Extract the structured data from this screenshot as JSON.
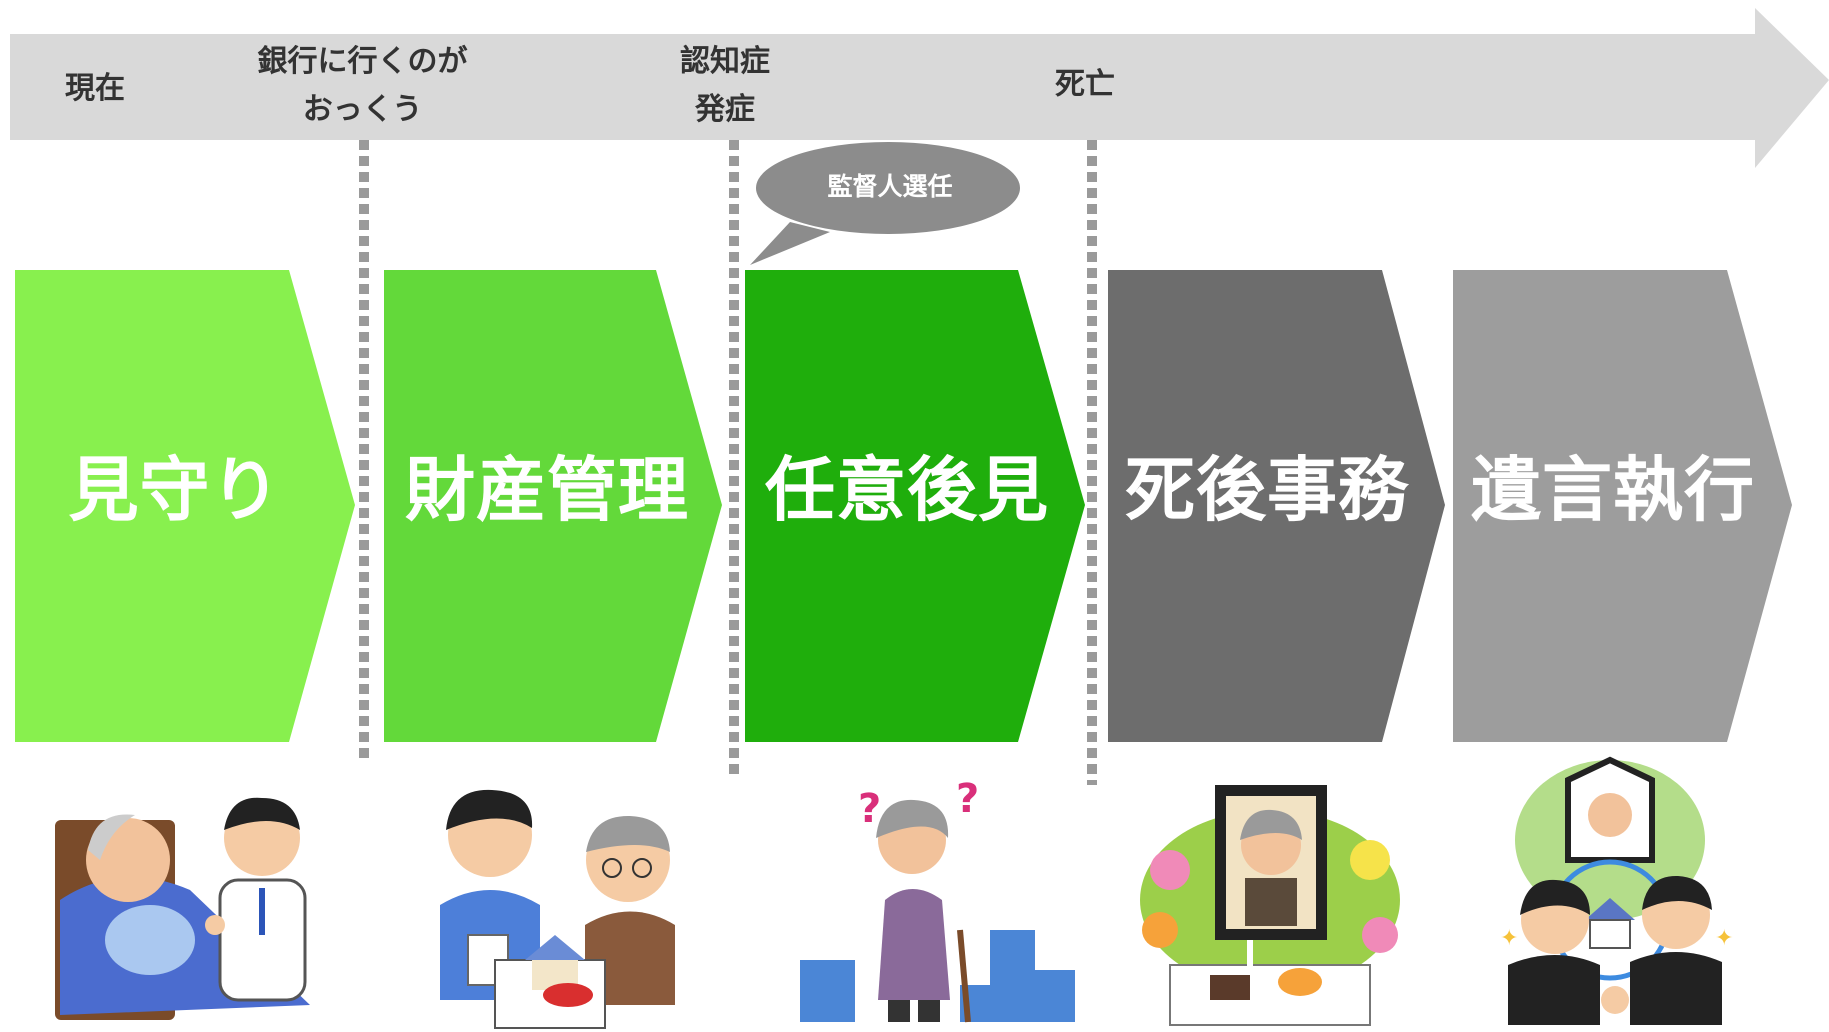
{
  "timeline": {
    "markers": [
      {
        "lines": [
          "現在"
        ]
      },
      {
        "lines": [
          "銀行に行くのが",
          "おっくう"
        ]
      },
      {
        "lines": [
          "認知症",
          "発症"
        ]
      },
      {
        "lines": [
          "死亡"
        ]
      }
    ],
    "callout": "監督人選任"
  },
  "stages": [
    {
      "title": "見守り",
      "color": "#88f04e",
      "illustration": "elderly-in-bed-with-doctor"
    },
    {
      "title": "財産管理",
      "color": "#63d93a",
      "illustration": "man-with-elderly-and-assets"
    },
    {
      "title": "任意後見",
      "color": "#1fae0c",
      "illustration": "confused-elderly-woman-with-cane"
    },
    {
      "title": "死後事務",
      "color": "#6d6d6d",
      "illustration": "funeral-altar-with-portrait"
    },
    {
      "title": "遺言執行",
      "color": "#9d9d9d",
      "illustration": "heirs-shaking-hands-over-house-and-money"
    }
  ],
  "colors": {
    "arrow": "#d9d9d9",
    "divider": "#9a9a9a",
    "callout": "#8c8c8c"
  }
}
